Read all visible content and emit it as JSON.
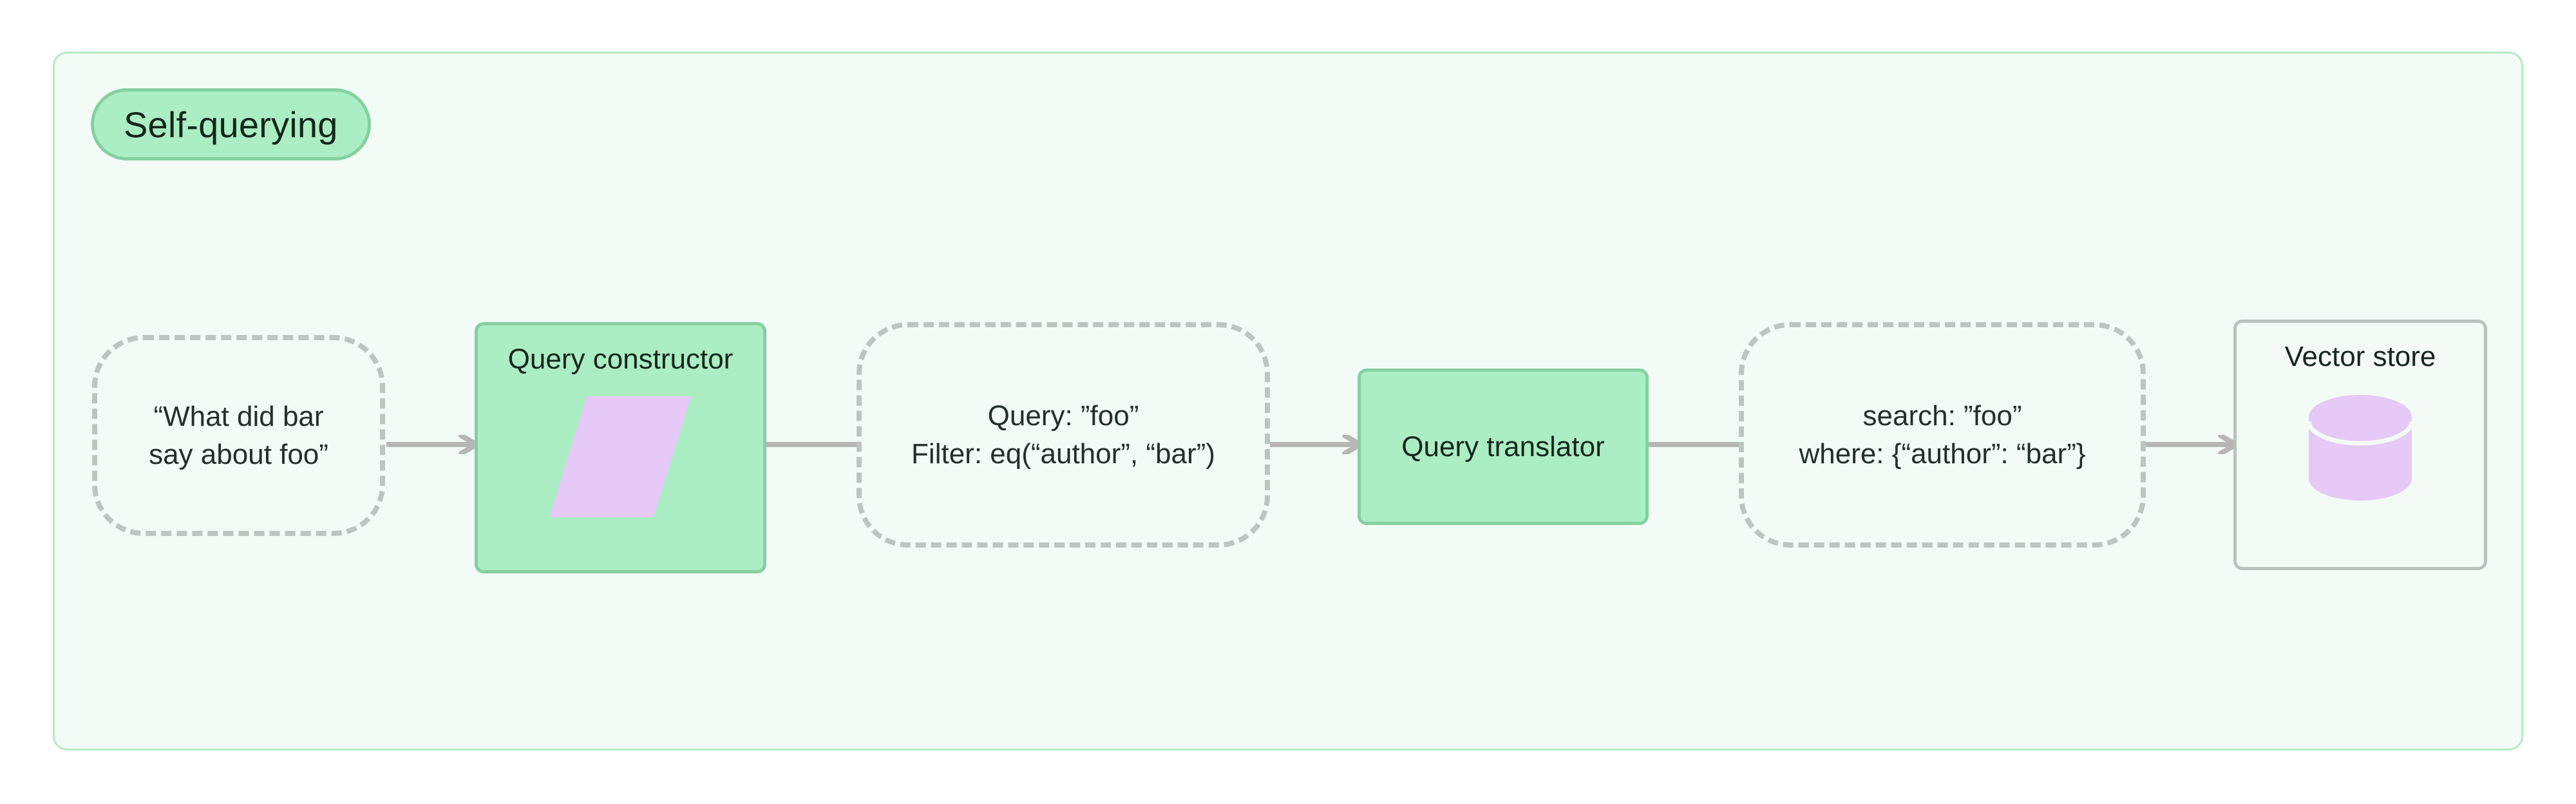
{
  "diagram": {
    "type": "flowchart",
    "direction": "left-to-right",
    "subgraph": {
      "title": "Self-querying",
      "frame_color": "#b7e9c6",
      "frame_background": "#f2fbf5",
      "title_fill": "#abeec4",
      "title_border": "#86cfa0"
    },
    "colors": {
      "process_fill": "#abeec4",
      "process_border": "#86cfa0",
      "dashed_border": "#bcc5c1",
      "plain_border": "#b9c3bd",
      "icon_purple": "#e6c9f7",
      "edge": "#b6b6b6",
      "text": "#1d2b22"
    },
    "nodes": [
      {
        "id": "user-question",
        "shape": "dashed-rounded",
        "lines": [
          "“What did bar",
          "say about foo”"
        ]
      },
      {
        "id": "query-constructor",
        "shape": "green-rect",
        "label": "Query constructor",
        "icon": "parallelogram-icon"
      },
      {
        "id": "structured-query",
        "shape": "dashed-rounded",
        "lines": [
          "Query: ”foo”",
          "Filter: eq(“author”, “bar”)"
        ]
      },
      {
        "id": "query-translator",
        "shape": "green-rect",
        "label": "Query translator",
        "icon": null
      },
      {
        "id": "native-query",
        "shape": "dashed-rounded",
        "lines": [
          "search: ”foo”",
          "where: {“author”: “bar”}"
        ]
      },
      {
        "id": "vector-store",
        "shape": "plain-rect",
        "label": "Vector store",
        "icon": "database-cylinder-icon"
      }
    ],
    "edges": [
      {
        "from": "user-question",
        "to": "query-constructor",
        "label": ""
      },
      {
        "from": "query-constructor",
        "to": "structured-query",
        "label": ""
      },
      {
        "from": "structured-query",
        "to": "query-translator",
        "label": ""
      },
      {
        "from": "query-translator",
        "to": "native-query",
        "label": ""
      },
      {
        "from": "native-query",
        "to": "vector-store",
        "label": ""
      }
    ]
  }
}
